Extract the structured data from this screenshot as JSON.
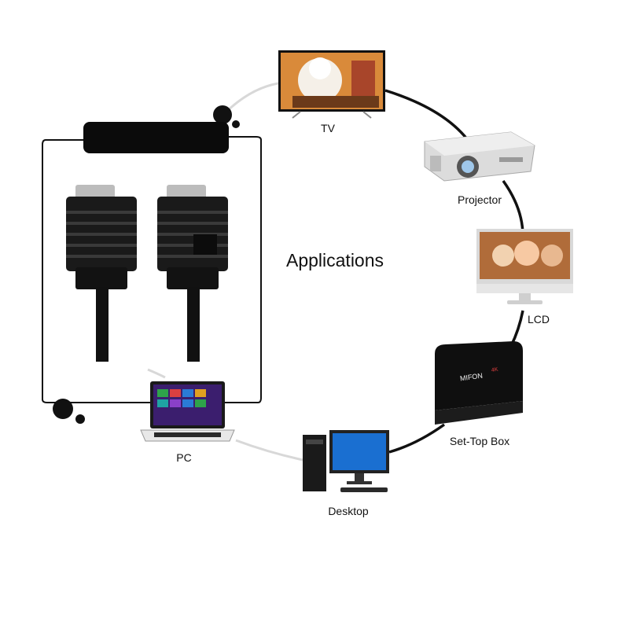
{
  "heading": "Applications",
  "devices": {
    "tv": "TV",
    "projector": "Projector",
    "lcd": "LCD",
    "set_top_box": "Set-Top Box",
    "desktop": "Desktop",
    "pc": "PC"
  },
  "set_top_box_brand": "MIFON",
  "set_top_box_badge": "4K",
  "colors": {
    "cable": "#111111",
    "ring_dark": "#111111",
    "ring_light": "#d6d6d6",
    "screen_blue": "#1a6fd1"
  }
}
